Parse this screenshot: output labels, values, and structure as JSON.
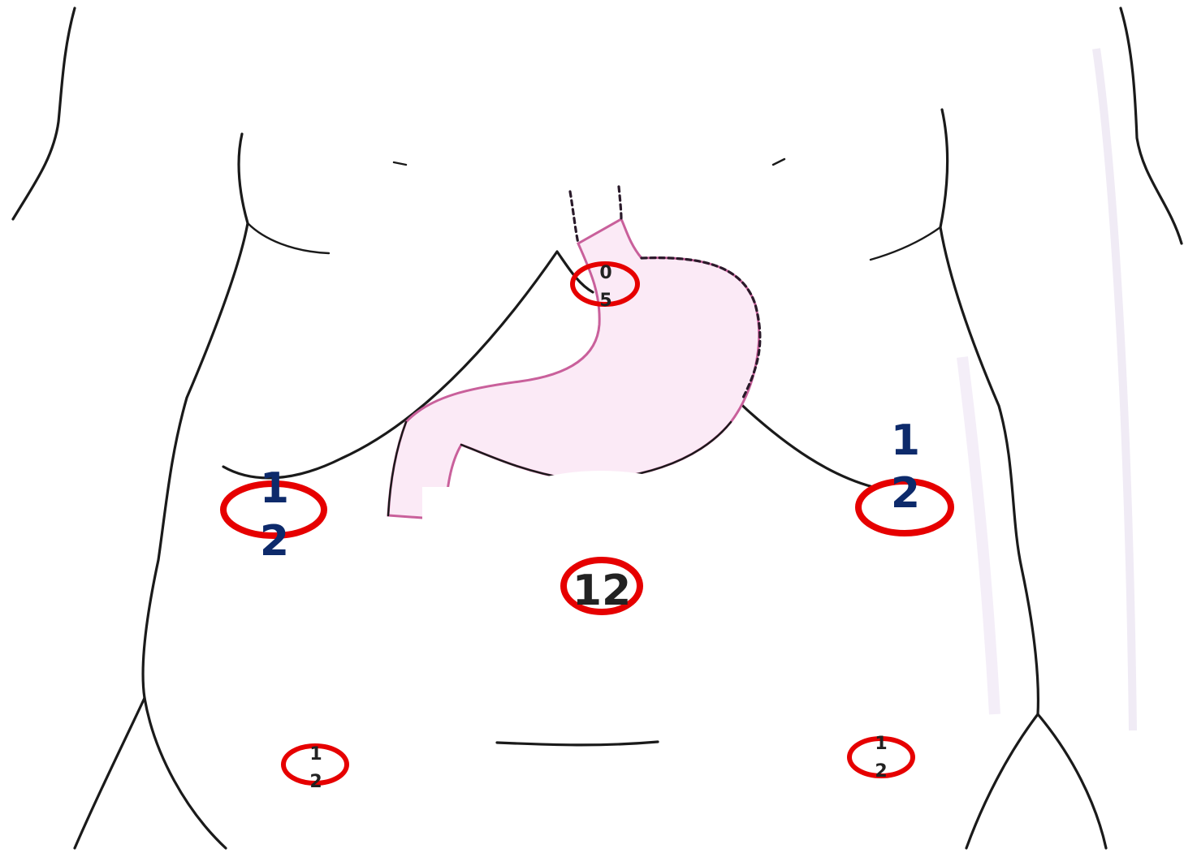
{
  "colors": {
    "port_ring": "#e60000",
    "label_navy": "#0d2a6b",
    "label_dark": "#222222",
    "stomach_pink": "#c9609b",
    "outline": "#1a1a1a"
  },
  "ports": {
    "epigastric": {
      "line1": "0",
      "line2": "5",
      "size_mm": "05"
    },
    "umbilical": {
      "text": "12",
      "size_mm": "12"
    },
    "right_subcostal": {
      "line1": "1",
      "line2": "2",
      "size_mm": "12"
    },
    "left_subcostal": {
      "line1": "1",
      "line2": "2",
      "size_mm": "12"
    },
    "right_lower": {
      "line1": "1",
      "line2": "2",
      "size_mm": "12"
    },
    "left_lower": {
      "line1": "1",
      "line2": "2",
      "size_mm": "12"
    }
  }
}
